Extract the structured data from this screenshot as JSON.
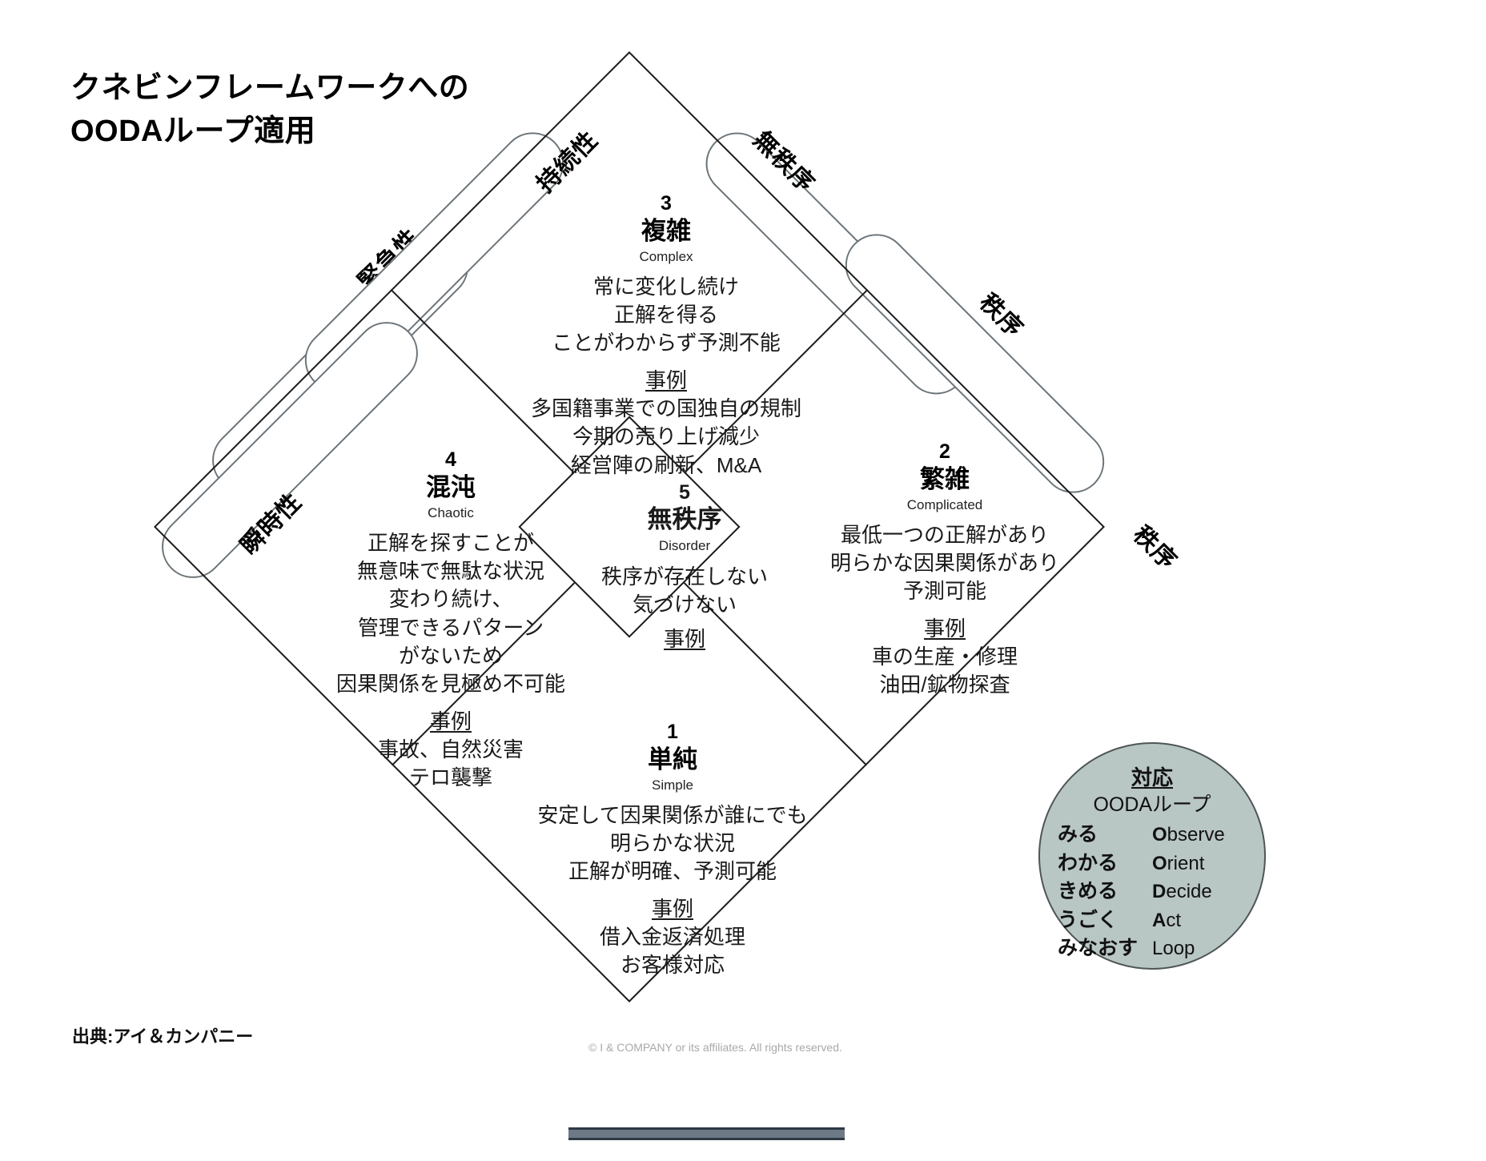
{
  "title": "クネビンフレームワークへの\nOODAループ適用",
  "axis_rails": [
    {
      "name": "urgency",
      "label": "緊急性"
    },
    {
      "name": "sustainability",
      "label": "持続性"
    },
    {
      "name": "disorder-outer",
      "label": "無秩序"
    },
    {
      "name": "order-right-upper",
      "label": "秩序"
    },
    {
      "name": "instantaneity",
      "label": "瞬時性"
    },
    {
      "name": "order-right-lower",
      "label": "秩序"
    }
  ],
  "quadrants": {
    "complex": {
      "number": "3",
      "jp": "複雑",
      "en": "Complex",
      "body": "常に変化し続け\n正解を得る\nことがわからず予測不能",
      "example_label": "事例",
      "examples": "多国籍事業での国独自の規制\n今期の売り上げ減少\n経営陣の刷新、M&A"
    },
    "chaotic": {
      "number": "4",
      "jp": "混沌",
      "en": "Chaotic",
      "body": "正解を探すことが\n無意味で無駄な状況\n変わり続け、\n管理できるパターン\nがないため\n因果関係を見極め不可能",
      "example_label": "事例",
      "examples": "事故、自然災害\nテロ襲撃"
    },
    "complicated": {
      "number": "2",
      "jp": "繁雑",
      "en": "Complicated",
      "body": "最低一つの正解があり\n明らかな因果関係があり\n予測可能",
      "example_label": "事例",
      "examples": "車の生産・修理\n油田/鉱物探査"
    },
    "simple": {
      "number": "1",
      "jp": "単純",
      "en": "Simple",
      "body": "安定して因果関係が誰にでも\n明らかな状況\n正解が明確、予測可能",
      "example_label": "事例",
      "examples": "借入金返済処理\nお客様対応"
    },
    "disorder": {
      "number": "5",
      "jp": "無秩序",
      "en": "Disorder",
      "body": "秩序が存在しない\n気づけない",
      "example_label": "事例"
    }
  },
  "ooda": {
    "title": "対応",
    "subtitle": "OODAループ",
    "items": [
      {
        "jp": "みる",
        "en_initial": "O",
        "en_rest": "bserve"
      },
      {
        "jp": "わかる",
        "en_initial": "O",
        "en_rest": "rient"
      },
      {
        "jp": "きめる",
        "en_initial": "D",
        "en_rest": "ecide"
      },
      {
        "jp": "うごく",
        "en_initial": "A",
        "en_rest": "ct"
      },
      {
        "jp": "みなおす",
        "en_initial": "",
        "en_rest": "Loop"
      }
    ],
    "fill_color": "#b8c6c4"
  },
  "footer": {
    "source": "出典:アイ＆カンパニー",
    "copyright": "© I & COMPANY or its affiliates. All rights reserved."
  }
}
